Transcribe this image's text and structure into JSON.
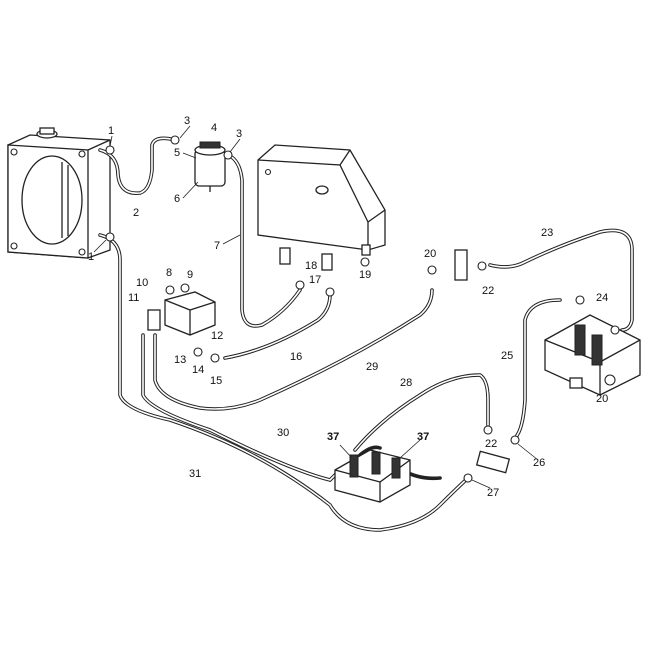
{
  "diagram": {
    "labels": [
      "1",
      "3",
      "4",
      "3",
      "5",
      "6",
      "2",
      "7",
      "1",
      "10",
      "8",
      "9",
      "11",
      "12",
      "13",
      "14",
      "15",
      "16",
      "18",
      "17",
      "19",
      "20",
      "22",
      "23",
      "24",
      "25",
      "20",
      "29",
      "28",
      "30",
      "31",
      "37",
      "37",
      "22",
      "26",
      "27"
    ],
    "colors": {
      "line": "#222222",
      "background": "#ffffff"
    }
  }
}
